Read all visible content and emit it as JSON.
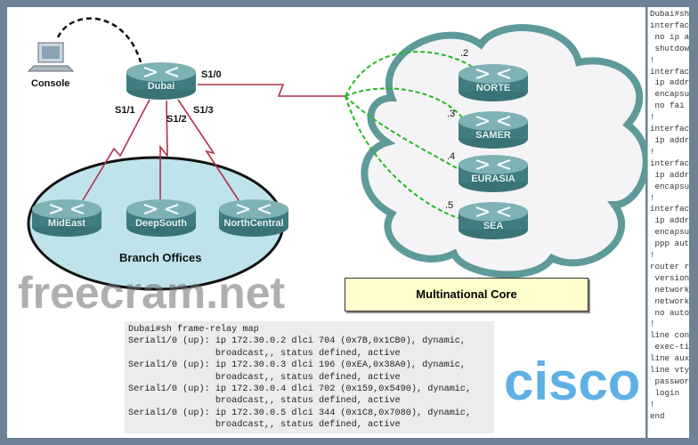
{
  "diagram": {
    "console_label": "Console",
    "routers": {
      "dubai": "Dubai",
      "mideast": "MidEast",
      "deepsouth": "DeepSouth",
      "northcentral": "NorthCentral",
      "norte": "NORTE",
      "samer": "SAMER",
      "eurasia": "EURASIA",
      "sea": "SEA"
    },
    "interfaces": {
      "s10": "S1/0",
      "s11": "S1/1",
      "s12": "S1/2",
      "s13": "S1/3"
    },
    "host_ids": {
      "norte": ".2",
      "samer": ".3",
      "eurasia": ".4",
      "sea": ".5"
    },
    "branch_label": "Branch Offices",
    "core_label": "Multinational Core",
    "colors": {
      "serial_link": "#b0304a",
      "frame_relay_pvc": "#22bb22",
      "router": "#3f7d80",
      "branch_fill": "#bfe3ea",
      "core_box": "#ffffcc",
      "frame": "#6e8196"
    }
  },
  "cli_output": [
    "Dubai#sh frame-relay map",
    "Serial1/0 (up): ip 172.30.0.2 dlci 704 (0x7B,0x1CB0), dynamic,",
    "                broadcast,, status defined, active",
    "Serial1/0 (up): ip 172.30.0.3 dlci 196 (0xEA,0x38A0), dynamic,",
    "                broadcast,, status defined, active",
    "Serial1/0 (up): ip 172.30.0.4 dlci 702 (0x159,0x5490), dynamic,",
    "                broadcast,, status defined, active",
    "Serial1/0 (up): ip 172.30.0.5 dlci 344 (0x1C8,0x7080), dynamic,",
    "                broadcast,, status defined, active"
  ],
  "running_config": [
    "Dubai#sh",
    "interfac",
    " no ip a",
    " shutdow",
    "!",
    "interfac",
    " ip addr",
    " encapsu",
    " no fai",
    "!",
    "interfac",
    " ip addr",
    "!",
    "interfac",
    " ip addr",
    " encapsu",
    "!",
    "interfac",
    " ip addr",
    " encapsu",
    " ppp aut",
    "!",
    "router r",
    " version",
    " network",
    " network",
    " no auto",
    "!",
    "line con",
    " exec-ti",
    "line aux",
    "line vty",
    " passwor",
    " login",
    "!",
    "end"
  ],
  "watermarks": {
    "site": "freecram.net",
    "logo": "cisco"
  }
}
